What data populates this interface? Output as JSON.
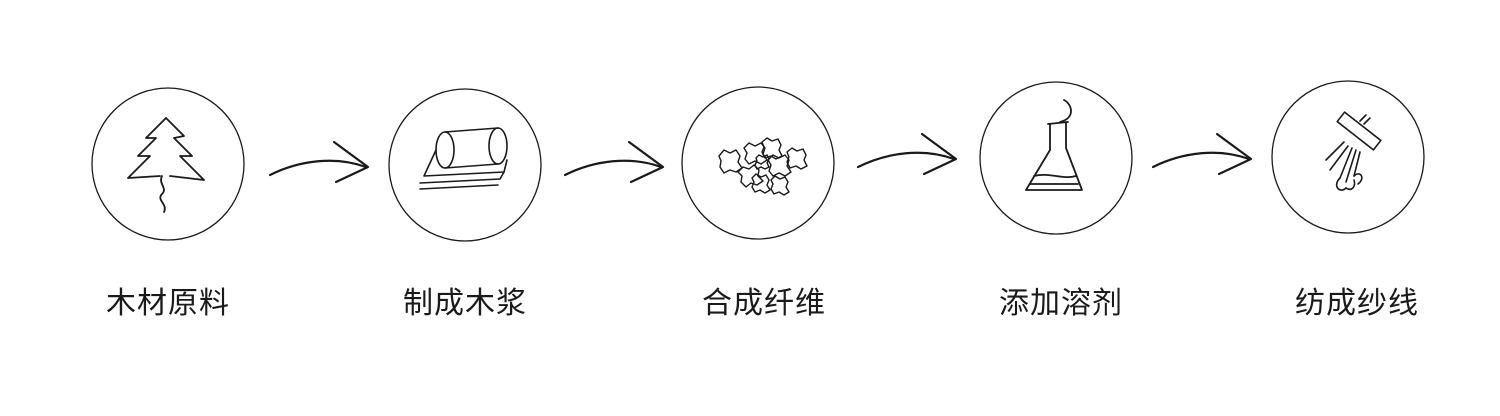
{
  "steps": [
    {
      "label": "木材原料",
      "icon": "tree-icon"
    },
    {
      "label": "制成木浆",
      "icon": "pulp-roll-icon"
    },
    {
      "label": "合成纤维",
      "icon": "fiber-flakes-icon"
    },
    {
      "label": "添加溶剂",
      "icon": "flask-icon"
    },
    {
      "label": "纺成纱线",
      "icon": "spinneret-icon"
    }
  ],
  "colors": {
    "line": "#1a1a1a",
    "background": "#ffffff"
  }
}
